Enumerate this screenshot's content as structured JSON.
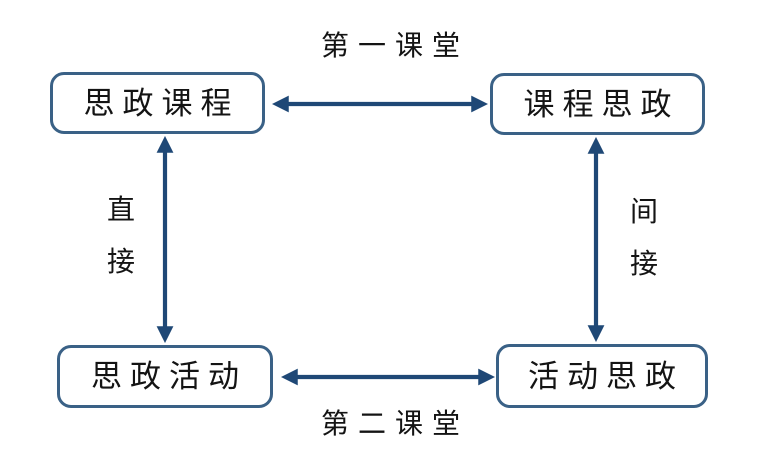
{
  "diagram": {
    "type": "relationship-diagram",
    "nodes": [
      {
        "id": "top-left",
        "label": "思政课程"
      },
      {
        "id": "top-right",
        "label": "课程思政"
      },
      {
        "id": "bottom-left",
        "label": "思政活动"
      },
      {
        "id": "bottom-right",
        "label": "活动思政"
      }
    ],
    "edges": [
      {
        "from": "思政课程",
        "to": "课程思政",
        "label": "第一课堂",
        "direction": "bidirectional",
        "orientation": "horizontal"
      },
      {
        "from": "思政活动",
        "to": "活动思政",
        "label": "第二课堂",
        "direction": "bidirectional",
        "orientation": "horizontal"
      },
      {
        "from": "思政课程",
        "to": "思政活动",
        "label": "直接",
        "direction": "bidirectional",
        "orientation": "vertical"
      },
      {
        "from": "课程思政",
        "to": "活动思政",
        "label": "间接",
        "direction": "bidirectional",
        "orientation": "vertical"
      }
    ],
    "colors": {
      "node_border": "#3A6186",
      "node_fill": "#FFFFFF",
      "arrow": "#1F4876",
      "text": "#141414",
      "background": "#FFFFFF"
    }
  }
}
